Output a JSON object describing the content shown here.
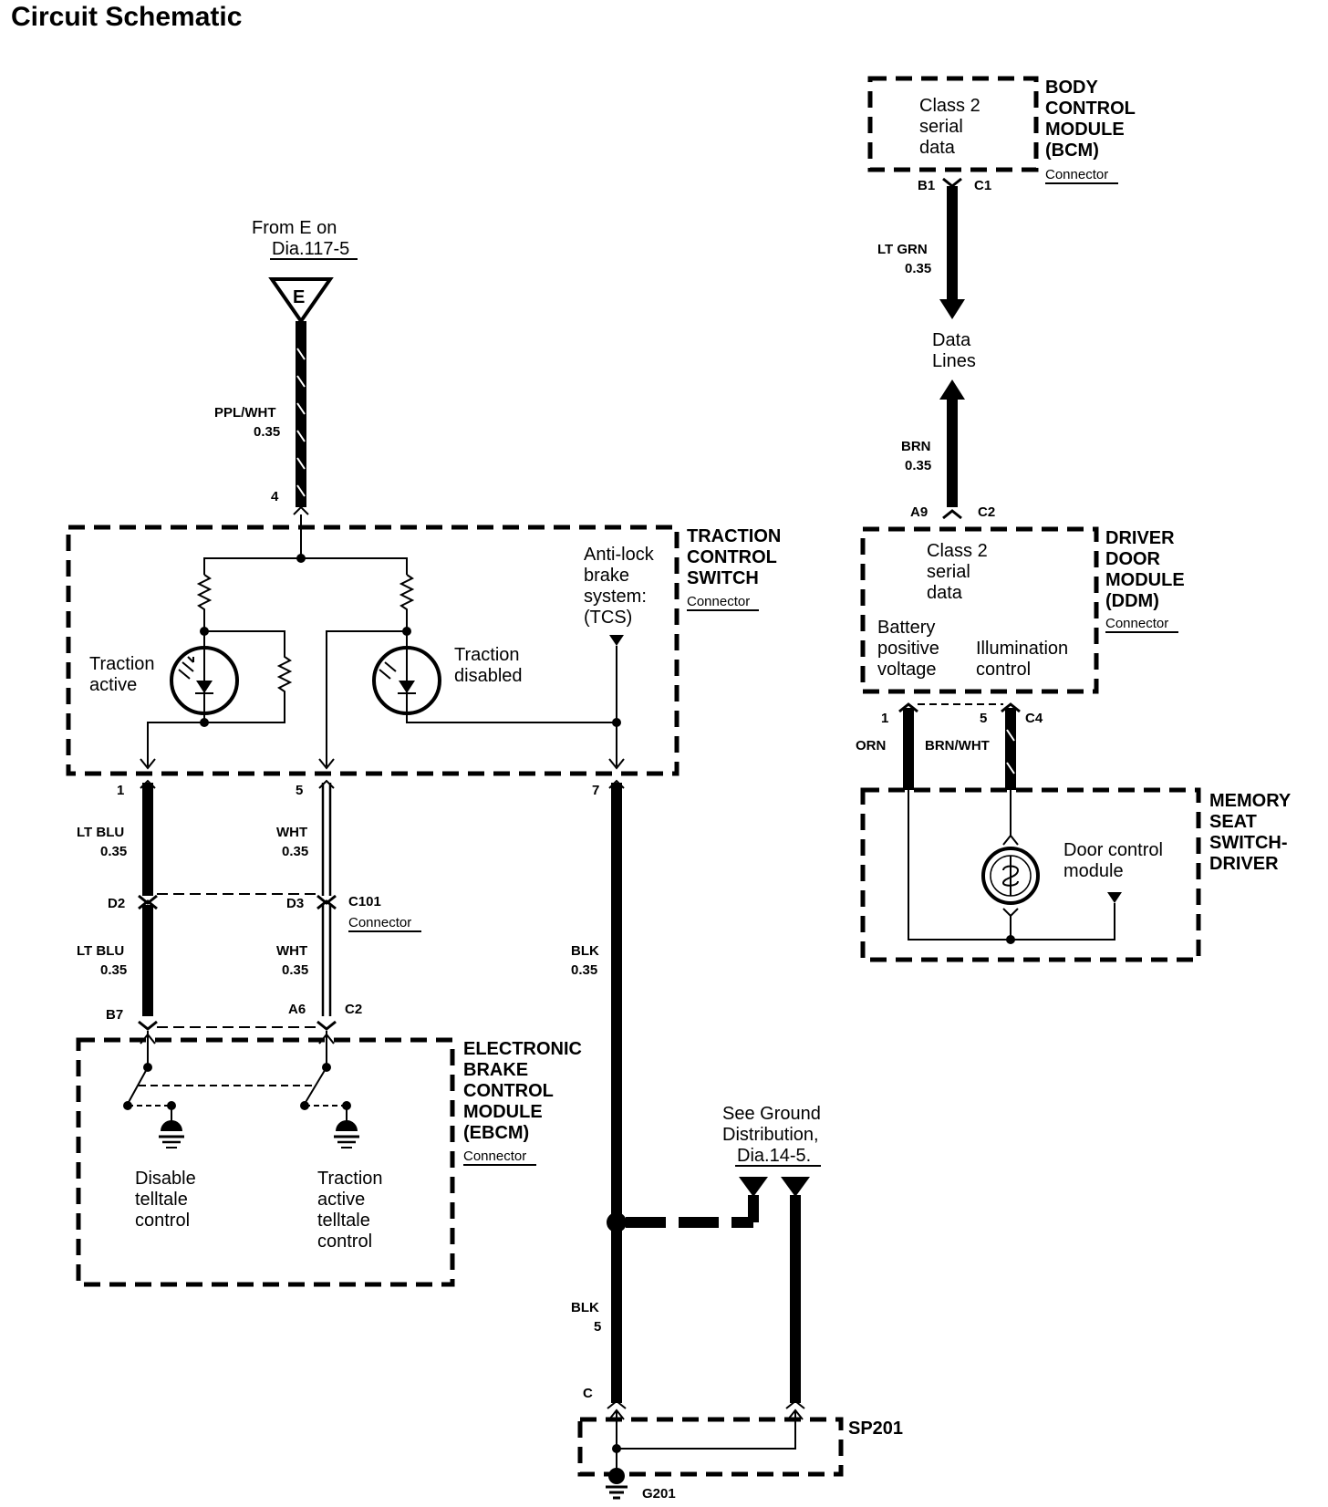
{
  "title": "Circuit Schematic",
  "from_e": {
    "line1": "From E on",
    "line2": "Dia.117-5",
    "letter": "E"
  },
  "wires": {
    "ppl_wht": {
      "color": "PPL/WHT",
      "size": "0.35"
    },
    "lt_blu_1": {
      "color": "LT BLU",
      "size": "0.35"
    },
    "wht_1": {
      "color": "WHT",
      "size": "0.35"
    },
    "lt_blu_2": {
      "color": "LT BLU",
      "size": "0.35"
    },
    "wht_2": {
      "color": "WHT",
      "size": "0.35"
    },
    "blk_1": {
      "color": "BLK",
      "size": "0.35"
    },
    "blk_2": {
      "color": "BLK",
      "size": "5"
    },
    "lt_grn": {
      "color": "LT GRN",
      "size": "0.35"
    },
    "brn": {
      "color": "BRN",
      "size": "0.35"
    },
    "orn": {
      "color": "ORN"
    },
    "brn_wht": {
      "color": "BRN/WHT"
    }
  },
  "pins": {
    "p4": "4",
    "p1": "1",
    "p5": "5",
    "p7": "7",
    "d2": "D2",
    "d3": "D3",
    "c101": "C101",
    "b7": "B7",
    "a6": "A6",
    "c2_ebcm": "C2",
    "b1": "B1",
    "c1": "C1",
    "a9": "A9",
    "c2_ddm": "C2",
    "ddm1": "1",
    "ddm5": "5",
    "c4": "C4",
    "c_sp201": "C",
    "g201": "G201"
  },
  "connector_word": "Connector",
  "traction_control_switch": {
    "name": [
      "TRACTION",
      "CONTROL",
      "SWITCH"
    ],
    "traction_active": [
      "Traction",
      "active"
    ],
    "traction_disabled": [
      "Traction",
      "disabled"
    ],
    "abs": [
      "Anti-lock",
      "brake",
      "system:",
      "(TCS)"
    ]
  },
  "ebcm": {
    "name": [
      "ELECTRONIC",
      "BRAKE",
      "CONTROL",
      "MODULE",
      "(EBCM)"
    ],
    "disable": [
      "Disable",
      "telltale",
      "control"
    ],
    "active": [
      "Traction",
      "active",
      "telltale",
      "control"
    ]
  },
  "bcm": {
    "name": [
      "BODY",
      "CONTROL",
      "MODULE",
      "(BCM)"
    ],
    "inner": [
      "Class 2",
      "serial",
      "data"
    ]
  },
  "data_lines": [
    "Data",
    "Lines"
  ],
  "ddm": {
    "name": [
      "DRIVER",
      "DOOR",
      "MODULE",
      "(DDM)"
    ],
    "inner": [
      "Class 2",
      "serial",
      "data"
    ],
    "battery": [
      "Battery",
      "positive",
      "voltage"
    ],
    "illumination": [
      "Illumination",
      "control"
    ]
  },
  "memory_seat": {
    "name": [
      "MEMORY",
      "SEAT",
      "SWITCH-",
      "DRIVER"
    ],
    "door_control": [
      "Door control",
      "module"
    ]
  },
  "ground": [
    "See Ground",
    "Distribution,",
    "Dia.14-5."
  ],
  "sp201": "SP201"
}
